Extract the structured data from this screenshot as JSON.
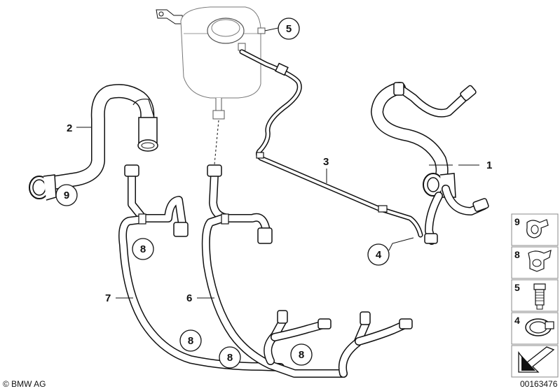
{
  "diagram": {
    "callouts_circled": [
      {
        "id": "c5",
        "text": "5"
      },
      {
        "id": "c9a",
        "text": "9"
      },
      {
        "id": "c8a",
        "text": "8"
      },
      {
        "id": "c8b",
        "text": "8"
      },
      {
        "id": "c8c",
        "text": "8"
      },
      {
        "id": "c8d",
        "text": "8"
      },
      {
        "id": "c4",
        "text": "4"
      }
    ],
    "labels_plain": [
      {
        "id": "l1",
        "text": "1"
      },
      {
        "id": "l2",
        "text": "2"
      },
      {
        "id": "l3",
        "text": "3"
      },
      {
        "id": "l6",
        "text": "6"
      },
      {
        "id": "l7",
        "text": "7"
      }
    ]
  },
  "legend": {
    "items": [
      {
        "number": "9",
        "icon": "hose-clip-icon"
      },
      {
        "number": "8",
        "icon": "spring-clip-icon"
      },
      {
        "number": "5",
        "icon": "screw-plug-icon"
      },
      {
        "number": "4",
        "icon": "hose-clamp-icon"
      }
    ],
    "arrow_icon": "direction-arrow-icon"
  },
  "footer": {
    "copyright": "© BMW AG",
    "part_number": "00163476"
  }
}
